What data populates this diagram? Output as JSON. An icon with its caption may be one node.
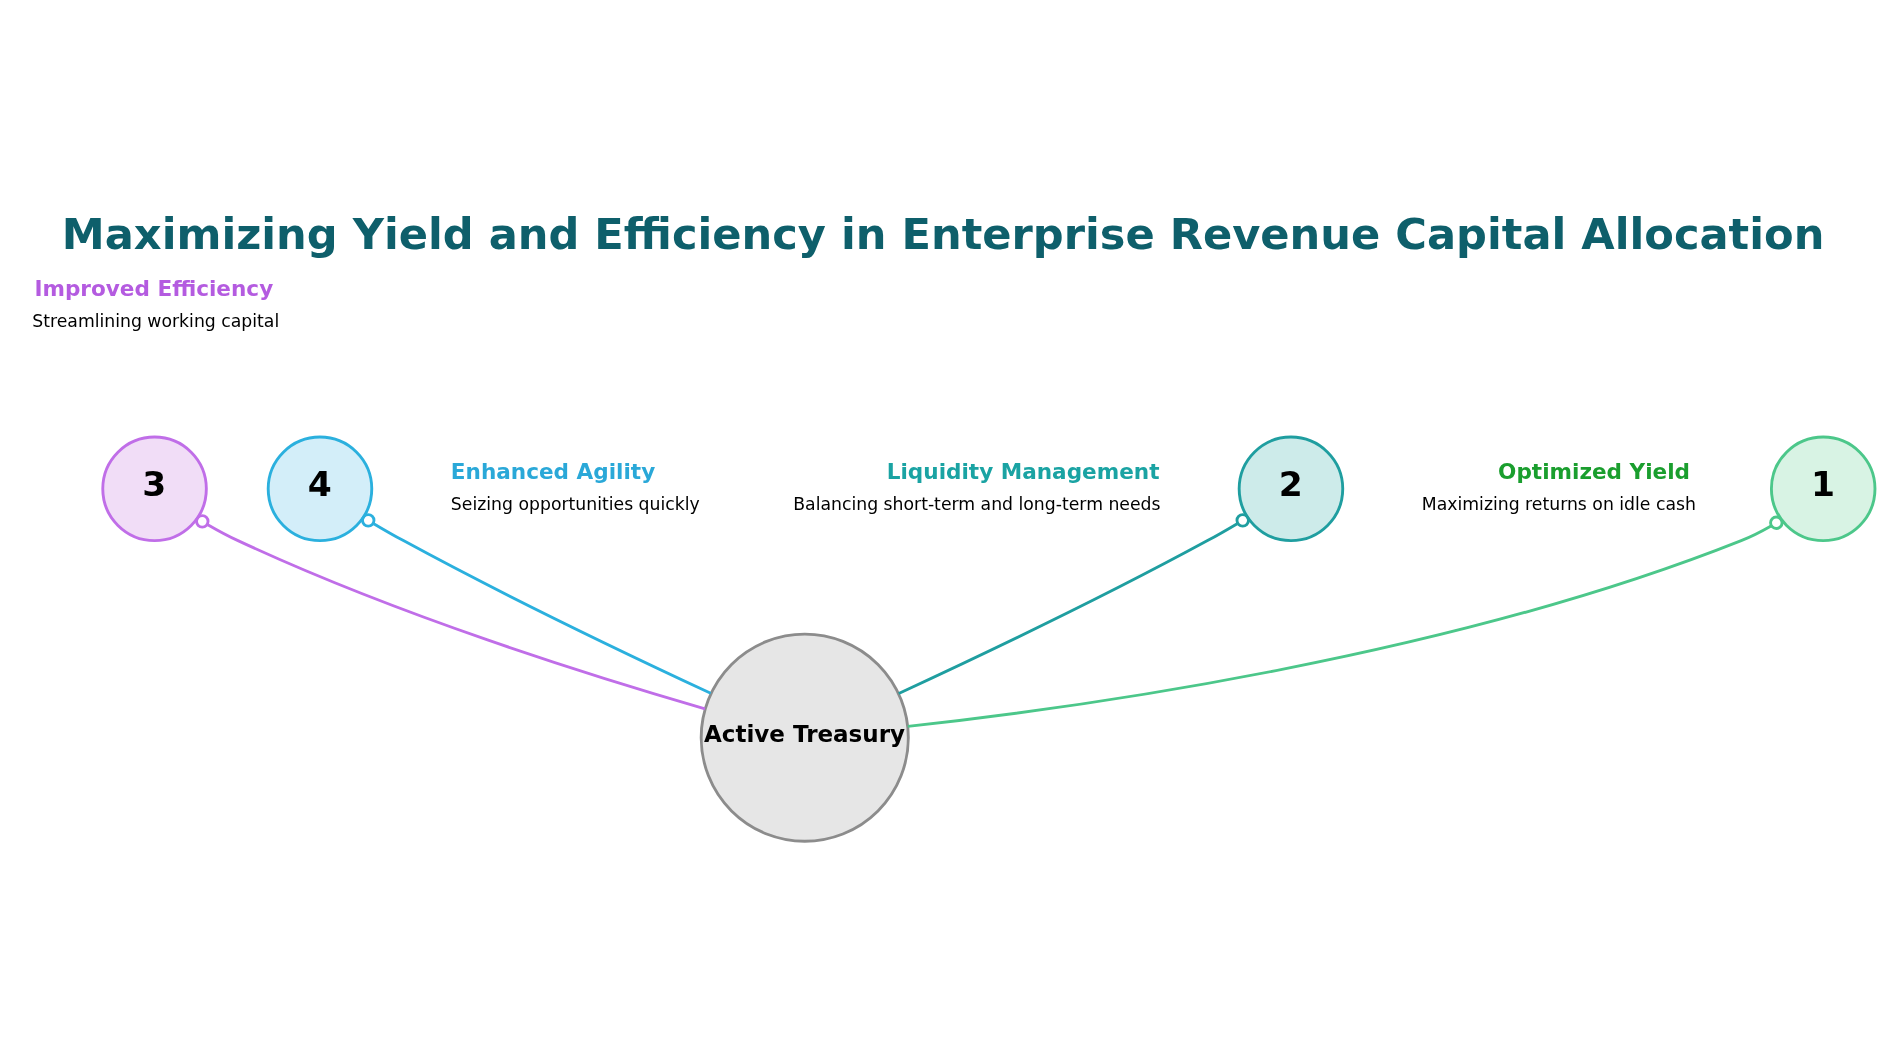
{
  "diagram": {
    "title": "Maximizing Yield and Efficiency in Enterprise Revenue Capital Allocation",
    "nodes": [
      {
        "text": [
          "1"
        ],
        "beside": [
          "Optimized Yield",
          "Maximizing returns on idle cash"
        ]
      },
      {
        "text": [
          "2"
        ],
        "beside": [
          "Liquidity Management",
          "Balancing short-term and long-term needs"
        ]
      },
      {
        "text": [
          "3"
        ],
        "beside": [
          "Improved Efficiency",
          "Streamlining working capital"
        ]
      },
      {
        "text": [
          "4"
        ],
        "beside": [
          "Enhanced Agility",
          "Seizing opportunities quickly"
        ]
      },
      {
        "text": [
          "Active Treasury"
        ]
      }
    ],
    "edges": [
      {
        "from": 4,
        "to": 0,
        "arrow": "other",
        "color": "#4cc78a"
      },
      {
        "from": 4,
        "to": 1,
        "arrow": "other",
        "color": "#1f9ea0"
      },
      {
        "from": 4,
        "to": 2,
        "arrow": "other",
        "color": "#c06ee8"
      },
      {
        "from": 4,
        "to": 3,
        "arrow": "other",
        "color": "#2bb0de"
      }
    ]
  }
}
